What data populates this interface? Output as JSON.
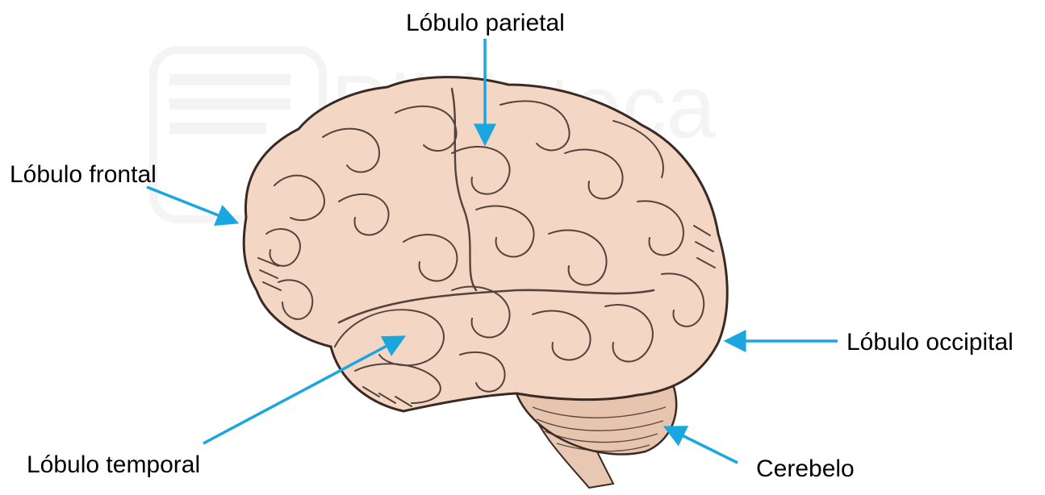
{
  "labels": {
    "parietal": "Lóbulo parietal",
    "frontal": "Lóbulo frontal",
    "occipital": "Lóbulo occipital",
    "temporal": "Lóbulo temporal",
    "cerebelo": "Cerebelo"
  },
  "watermark": {
    "text": "Biblioteca"
  },
  "colors": {
    "arrow": "#1aa6df",
    "brain_fill": "#f3d6c4",
    "brain_line": "#3a2a24",
    "watermark": "#e9e9e9",
    "text": "#000000"
  }
}
